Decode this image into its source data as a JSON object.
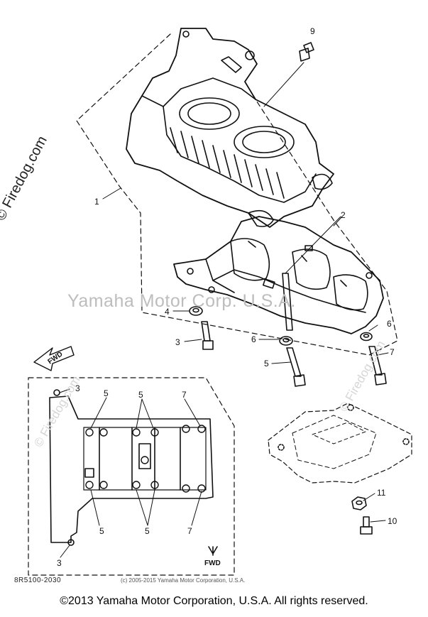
{
  "watermarks": {
    "side": "© Firedog.com",
    "center": "Yamaha Motor Corp. U.S.A.",
    "repeat": "© Firedog.com"
  },
  "callouts": {
    "c1": "1",
    "c2": "2",
    "c3a": "3",
    "c3b": "3",
    "c3c": "3",
    "c4": "4",
    "c5a": "5",
    "c5b": "5",
    "c5c": "5",
    "c5d": "5",
    "c5e": "5",
    "c6a": "6",
    "c6b": "6",
    "c7a": "7",
    "c7b": "7",
    "c7c": "7",
    "c9": "9",
    "c10": "10",
    "c11": "11"
  },
  "fwd_labels": {
    "arrow_left": "FWD",
    "arrow_bottom": "FWD"
  },
  "diagram_code": "8R5100-2030",
  "small_copyright": "(c) 2005-2015 Yamaha Motor Corporation, U.S.A.",
  "footer_copyright": "©2013 Yamaha Motor Corporation, U.S.A. All rights reserved."
}
